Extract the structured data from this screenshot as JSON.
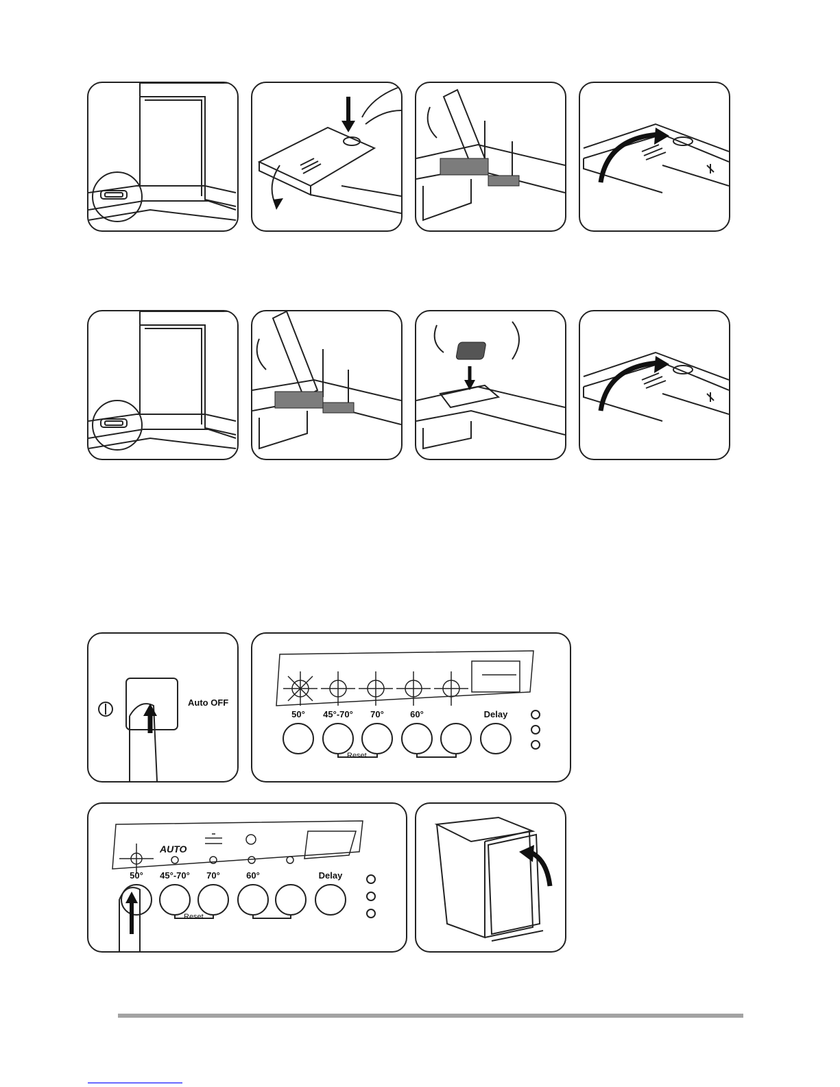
{
  "figure_top": {
    "panels": [
      "door-open",
      "press-release-lid",
      "fill-detergent-compartments",
      "close-lid"
    ]
  },
  "figure_middle": {
    "panels": [
      "door-open",
      "fill-detergent-compartments",
      "insert-tablet",
      "close-lid"
    ]
  },
  "figure_bottom": {
    "power_panel": {
      "label": "Auto OFF"
    },
    "control_panel_1": {
      "buttons": [
        "50°",
        "45°-70°",
        "70°",
        "60°",
        "",
        "Delay"
      ],
      "reset_label": "Reset"
    },
    "control_panel_2": {
      "program_labels": [
        "AUTO"
      ],
      "buttons": [
        "50°",
        "45°-70°",
        "70°",
        "60°",
        "",
        "Delay"
      ],
      "reset_label": "Reset"
    },
    "closing_door_panel": {}
  },
  "icons": {
    "colors": {
      "line": "#222222",
      "rule": "#a3a3a3"
    }
  }
}
